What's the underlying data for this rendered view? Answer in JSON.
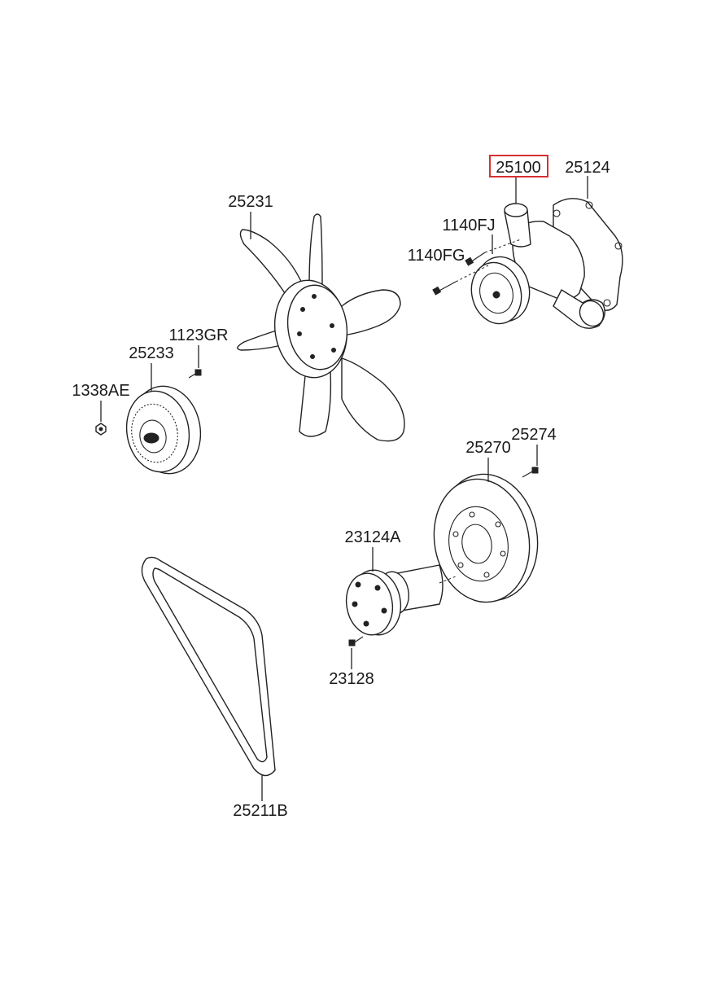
{
  "highlight_color": "#d83030",
  "parts": {
    "p25100": "25100",
    "p25124": "25124",
    "p1140FJ": "1140FJ",
    "p1140FG": "1140FG",
    "p25231": "25231",
    "p1123GR": "1123GR",
    "p25233": "25233",
    "p1338AE": "1338AE",
    "p25274": "25274",
    "p25270": "25270",
    "p23124A": "23124A",
    "p23128": "23128",
    "p25211B": "25211B"
  }
}
